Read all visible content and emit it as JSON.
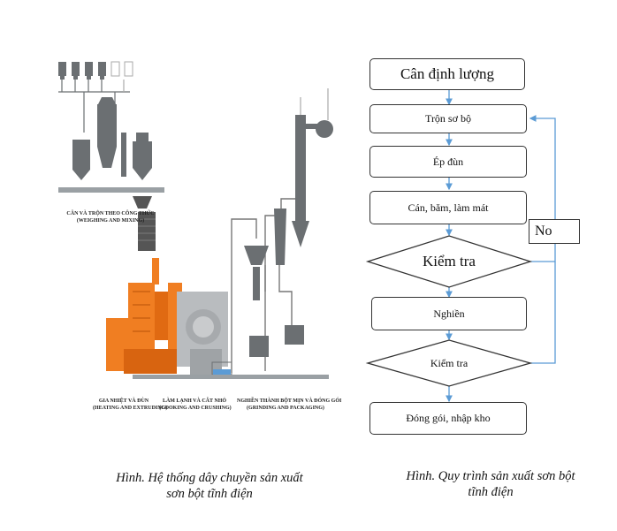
{
  "left_figure": {
    "caption_line1": "Hình. Hệ thống dây chuyền sản xuất",
    "caption_line2": "sơn bột tĩnh điện",
    "station_labels": {
      "weighing_vi": "CÂN VÀ TRỘN THEO CÔNG THỨC",
      "weighing_en": "(WEIGHING AND MIXING)",
      "heating_vi": "GIA NHIỆT VÀ ĐÙN",
      "heating_en": "(HEATING AND EXTRUDING)",
      "cooling_vi": "LÀM LẠNH VÀ CẮT NHỎ",
      "cooling_en": "(COOKING AND CRUSHING)",
      "grinding_vi": "NGHIỀN THÀNH BỘT MỊN VÀ ĐÓNG GÓI",
      "grinding_en": "(GRINDING AND PACKAGING)"
    },
    "colors": {
      "machine_gray": "#6b6f72",
      "platform": "#9aa0a4",
      "extruder_orange": "#f07e22",
      "cooler_light": "#b9bcbf"
    }
  },
  "flowchart": {
    "steps": {
      "weigh": "Cân định lượng",
      "premix": "Trộn sơ bộ",
      "extrude": "Ép đùn",
      "crush_cool": "Cán, băm, làm mát",
      "check1": "Kiểm tra",
      "grind": "Nghiền",
      "check2": "Kiểm tra",
      "package": "Đóng gói, nhập kho"
    },
    "no_label": "No",
    "arrow_color": "#5b9bd5",
    "caption_line1": "Hình. Quy trình sản xuất sơn bột",
    "caption_line2": "tĩnh điện"
  }
}
